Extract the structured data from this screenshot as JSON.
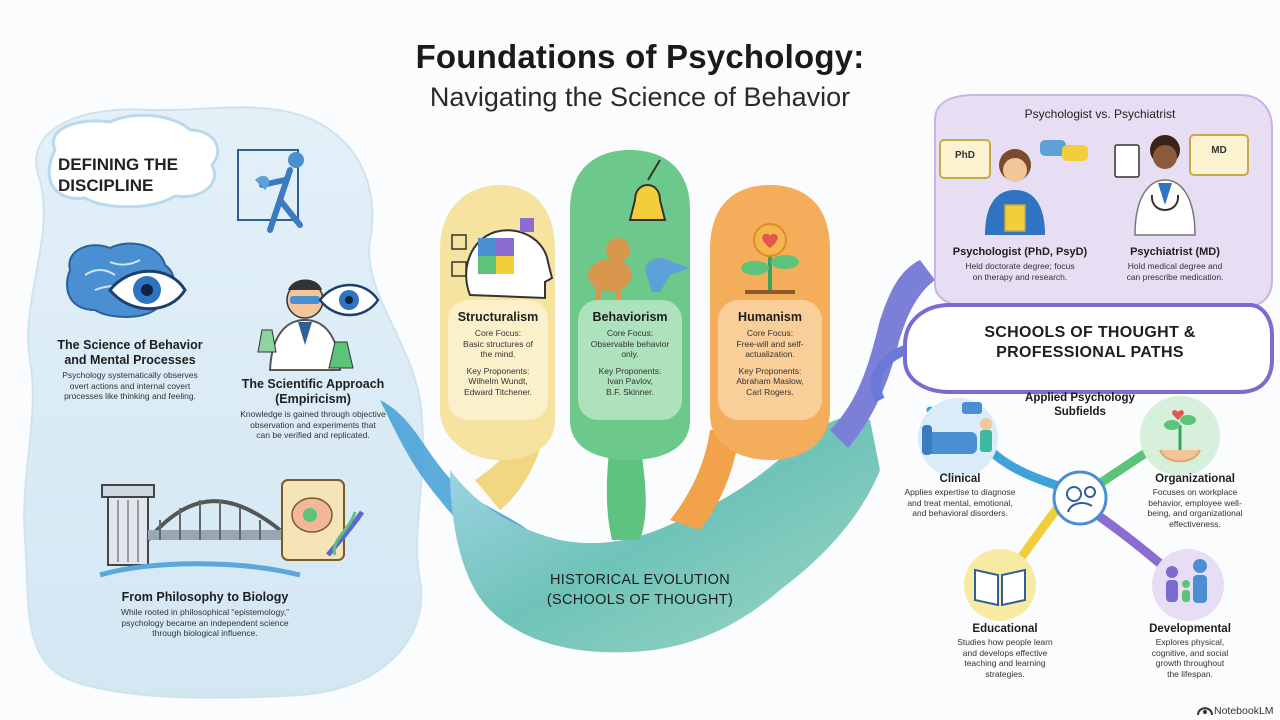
{
  "header": {
    "title": "Foundations of Psychology:",
    "subtitle": "Navigating the Science of Behavior"
  },
  "defining": {
    "heading_line1": "DEFINING THE",
    "heading_line2": "DISCIPLINE",
    "science": {
      "title_line1": "The Science of Behavior",
      "title_line2": "and Mental Processes",
      "body": [
        "Psychology systematically observes",
        "overt actions and internal covert",
        "processes like thinking and feeling."
      ]
    },
    "scientific": {
      "title_line1": "The Scientific Approach",
      "title_line2": "(Empiricism)",
      "body": [
        "Knowledge is gained through objective",
        "observation and experiments that",
        "can be verified and replicated."
      ]
    },
    "philosophy": {
      "title": "From Philosophy to Biology",
      "body": [
        "While rooted in philosophical “epistemology,”",
        "psychology became an independent science",
        "through biological influence."
      ]
    }
  },
  "schools": [
    {
      "name": "Structuralism",
      "lines": [
        "Core Focus:",
        "Basic structures of",
        "the mind.",
        "",
        "Key Proponents:",
        "Wilhelm Wundt,",
        "Edward Titchener."
      ],
      "color": "#f5dc7a"
    },
    {
      "name": "Behaviorism",
      "lines": [
        "Core Focus:",
        "Observable behavior",
        "only.",
        "",
        "Key Proponents:",
        "Ivan Pavlov,",
        "B.F. Skinner."
      ],
      "color": "#5cc37a"
    },
    {
      "name": "Humanism",
      "lines": [
        "Core Focus:",
        "Free-will and self-",
        "actualization.",
        "",
        "Key Proponents:",
        "Abraham Maslow,",
        "Carl Rogers."
      ],
      "color": "#f2a24a"
    }
  ],
  "evolution": {
    "line1": "HISTORICAL EVOLUTION",
    "line2": "(SCHOOLS OF THOUGHT)"
  },
  "psych_vs": {
    "heading": "Psychologist vs. Psychiatrist",
    "phd_badge": "PhD",
    "md_badge": "MD",
    "psychologist": {
      "title": "Psychologist (PhD, PsyD)",
      "body": [
        "Held doctorate degree; focus",
        "on therapy and research."
      ]
    },
    "psychiatrist": {
      "title": "Psychiatrist (MD)",
      "body": [
        "Hold medical degree and",
        "can prescribe medication."
      ]
    }
  },
  "paths": {
    "label_line1": "SCHOOLS OF THOUGHT &",
    "label_line2": "PROFESSIONAL PATHS",
    "applied_line1": "Applied Psychology",
    "applied_line2": "Subfields",
    "subfields": [
      {
        "name": "Clinical",
        "body": [
          "Applies expertise to diagnose",
          "and treat mental, emotional,",
          "and behavioral disorders."
        ]
      },
      {
        "name": "Organizational",
        "body": [
          "Focuses on workplace",
          "behavior, employee well-",
          "being, and organizational",
          "effectiveness."
        ]
      },
      {
        "name": "Educational",
        "body": [
          "Studies how people learn",
          "and develops effective",
          "teaching and learning",
          "strategies."
        ]
      },
      {
        "name": "Developmental",
        "body": [
          "Explores physical,",
          "cognitive, and social",
          "growth throughout",
          "the lifespan."
        ]
      }
    ]
  },
  "brand": "NotebookLM",
  "colors": {
    "left_blob": "#dcecf6",
    "right_blob": "#e6dcf2",
    "flow_blue": "#4aa3d8",
    "flow_teal": "#3fb8b0",
    "flow_purple": "#8b6cd0",
    "accent_yellow": "#f2cf3a",
    "accent_green": "#5cc37a",
    "accent_orange": "#f2a24a"
  },
  "icons": [
    "brain-eye-icon",
    "scientist-icon",
    "bridge-icon",
    "puzzle-head-icon",
    "bell-dog-bird-icon",
    "plant-heart-icon",
    "psychologist-icon",
    "psychiatrist-icon",
    "couch-icon",
    "gear-head-icon",
    "hands-plant-icon",
    "book-icon",
    "family-icon"
  ]
}
